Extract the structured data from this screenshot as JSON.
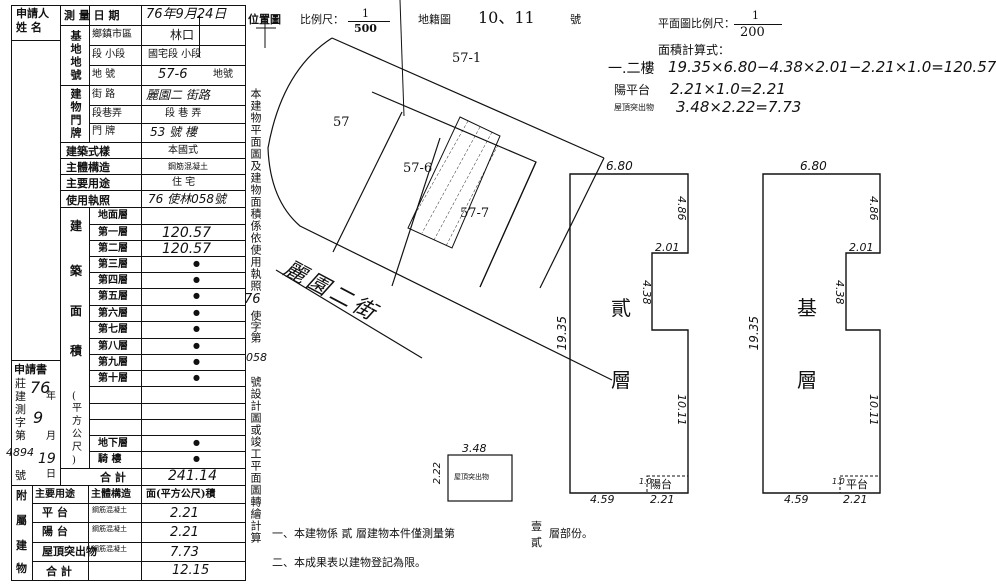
{
  "applicant": {
    "line1": "申請人",
    "line2": "姓 名"
  },
  "survey_date": {
    "label": "測 量 日 期",
    "value": "76年9月24日"
  },
  "base_location": {
    "label": "基地地號",
    "town_label": "鄉鎮市區",
    "town_value": "林口",
    "section_label": "段 小段",
    "section_value": "國宅段 小段",
    "lot_label": "地 號",
    "lot_value": "57-6",
    "lot_suffix": "地號"
  },
  "door_plate": {
    "label": "建物門牌",
    "street_label": "街 路",
    "street_value": "麗園二 街路",
    "lane_label": "段巷弄",
    "lane_value": "段 巷 弄",
    "number_label": "門 牌",
    "number_value": "53 號 樓"
  },
  "building_info": {
    "style_label": "建築式樣",
    "style_value": "本國式",
    "structure_label": "主體構造",
    "structure_value": "鋼筋混凝土",
    "use_label": "主要用途",
    "use_value": "住 宅",
    "permit_label": "使用執照",
    "permit_value": "76 使林058號"
  },
  "floor_area": {
    "label_chars": [
      "建",
      "築",
      "面",
      "積"
    ],
    "unit_chars": [
      "(",
      "平",
      "方",
      "公",
      "尺",
      ")"
    ],
    "rows": [
      {
        "label": "地面層",
        "value": ""
      },
      {
        "label": "第一層",
        "value": "120.57"
      },
      {
        "label": "第二層",
        "value": "120.57"
      },
      {
        "label": "第三層",
        "value": "●"
      },
      {
        "label": "第四層",
        "value": "●"
      },
      {
        "label": "第五層",
        "value": "●"
      },
      {
        "label": "第六層",
        "value": "●"
      },
      {
        "label": "第七層",
        "value": "●"
      },
      {
        "label": "第八層",
        "value": "●"
      },
      {
        "label": "第九層",
        "value": "●"
      },
      {
        "label": "第十層",
        "value": "●"
      },
      {
        "label": "",
        "value": ""
      },
      {
        "label": "",
        "value": ""
      },
      {
        "label": "",
        "value": ""
      },
      {
        "label": "地下層",
        "value": "●"
      },
      {
        "label": "騎 樓",
        "value": "●"
      }
    ],
    "total_label": "合 計",
    "total_value": "241.14"
  },
  "application": {
    "label": "申請書",
    "left_chars": [
      "莊",
      "建",
      "測",
      "字",
      "第"
    ],
    "year": "76",
    "year_unit": "年",
    "month": "9",
    "month_unit": "月",
    "day": "19",
    "day_unit": "日",
    "number": "4894",
    "number_suffix": "號"
  },
  "annex": {
    "label_chars": [
      "附",
      "屬",
      "建",
      "物"
    ],
    "col_use": "主要用途",
    "col_struct": "主體構造",
    "col_area": "面(平方公尺)積",
    "rows": [
      {
        "use": "平 台",
        "struct": "鋼筋混凝土",
        "area": "2.21"
      },
      {
        "use": "陽 台",
        "struct": "鋼筋混凝土",
        "area": "2.21"
      },
      {
        "use": "屋頂突出物",
        "struct": "鋼筋混凝土",
        "area": "7.73"
      }
    ],
    "total_label": "合 計",
    "total_value": "12.15"
  },
  "vertical_note": "本建物平面圖及建物面積係依使用執照",
  "vertical_note_num": "76",
  "vertical_note2": "使字第",
  "vertical_note_permit": "058",
  "vertical_note3": "號設計圖或竣工平面圖轉繪計算",
  "location_map": {
    "label": "位置圖",
    "scale_label": "比例尺：",
    "scale_num": "1",
    "scale_den": "500",
    "lot_ref_label": "地籍圖",
    "lot_ref": "10、11",
    "lot_ref_suffix": "號",
    "parcels": [
      "57-1",
      "57",
      "57-6",
      "57-7"
    ],
    "road": "麗園二街"
  },
  "plan": {
    "scale_label": "平面圖比例尺：",
    "scale_num": "1",
    "scale_den": "200",
    "calc_title": "面積計算式：",
    "calc_lines": [
      {
        "label": "一.二樓",
        "formula": "19.35×6.80−4.38×2.01−2.21×1.0=120.57"
      },
      {
        "label": "陽平台",
        "formula": "2.21×1.0=2.21"
      },
      {
        "label": "屋頂突出物",
        "formula": "3.48×2.22=7.73"
      }
    ],
    "dims": {
      "top": "6.80",
      "right_upper": "4.86",
      "step": "2.01",
      "step_v": "4.38",
      "height": "19.35",
      "right_lower": "10.11",
      "bottom_left": "4.59",
      "bottom_right": "2.21",
      "balcony_h": "1.0"
    },
    "floor2_chars": [
      "貳",
      "層"
    ],
    "base_chars": [
      "基",
      "層"
    ],
    "balcony_label": "陽台",
    "platform_label": "平台",
    "roof_box_label": "屋頂突出物",
    "roof_w": "3.48",
    "roof_h": "2.22"
  },
  "notes": [
    {
      "text": "一、本建物係 貳 層建物本件僅測量第",
      "tail": "壹",
      "tail2": "貳",
      "end": "層部份。"
    },
    {
      "text": "二、本成果表以建物登記為限。"
    }
  ]
}
